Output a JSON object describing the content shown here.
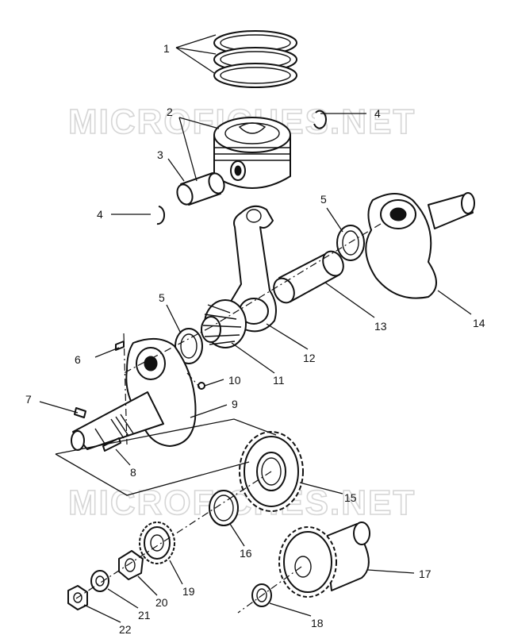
{
  "watermarks": [
    "MICROFICHES.NET",
    "MICROFICHES.NET"
  ],
  "callouts": {
    "c1": "1",
    "c2": "2",
    "c3": "3",
    "c4a": "4",
    "c4b": "4",
    "c5a": "5",
    "c5b": "5",
    "c6": "6",
    "c7": "7",
    "c8": "8",
    "c9": "9",
    "c10": "10",
    "c11": "11",
    "c12": "12",
    "c13": "13",
    "c14": "14",
    "c15": "15",
    "c16": "16",
    "c17": "17",
    "c18": "18",
    "c19": "19",
    "c20": "20",
    "c21": "21",
    "c22": "22"
  },
  "colors": {
    "ink": "#111111",
    "watermark": "#d6d6d6",
    "background": "#ffffff"
  }
}
